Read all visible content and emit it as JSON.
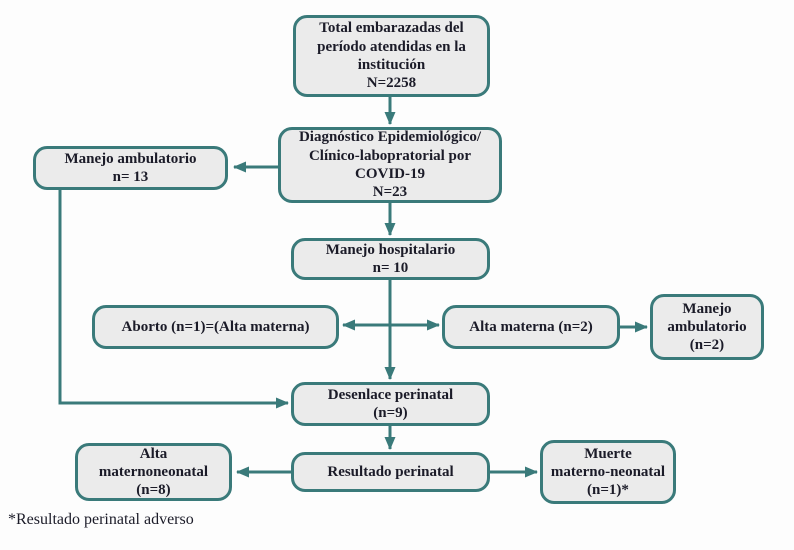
{
  "colors": {
    "accent": "#3a7a7a",
    "box-fill": "#ebebeb",
    "text": "#1b1b28",
    "background": "#fdfdfd"
  },
  "nodes": {
    "total": {
      "label": "Total embarazadas del\nperíodo atendidas en la\ninstitución\nN=2258"
    },
    "diagnostico": {
      "label": "Diagnóstico Epidemiológico/\nClínico-labopratorial por\nCOVID-19\nN=23"
    },
    "manejo_ambulatorio_13": {
      "label": "Manejo ambulatorio\nn= 13"
    },
    "manejo_hospitalario": {
      "label": "Manejo hospitalario\nn= 10"
    },
    "aborto": {
      "label": "Aborto (n=1)=(Alta materna)"
    },
    "alta_materna": {
      "label": "Alta materna (n=2)"
    },
    "manejo_ambulatorio_2": {
      "label": "Manejo\nambulatorio\n(n=2)"
    },
    "desenlace_perinatal": {
      "label": "Desenlace perinatal\n(n=9)"
    },
    "resultado_perinatal": {
      "label": "Resultado perinatal"
    },
    "alta_maternoneonatal": {
      "label": "Alta\nmaternoneonatal\n(n=8)"
    },
    "muerte_materno_neonatal": {
      "label": "Muerte\nmaterno-neonatal\n(n=1)*"
    }
  },
  "footnote": "*Resultado perinatal adverso"
}
